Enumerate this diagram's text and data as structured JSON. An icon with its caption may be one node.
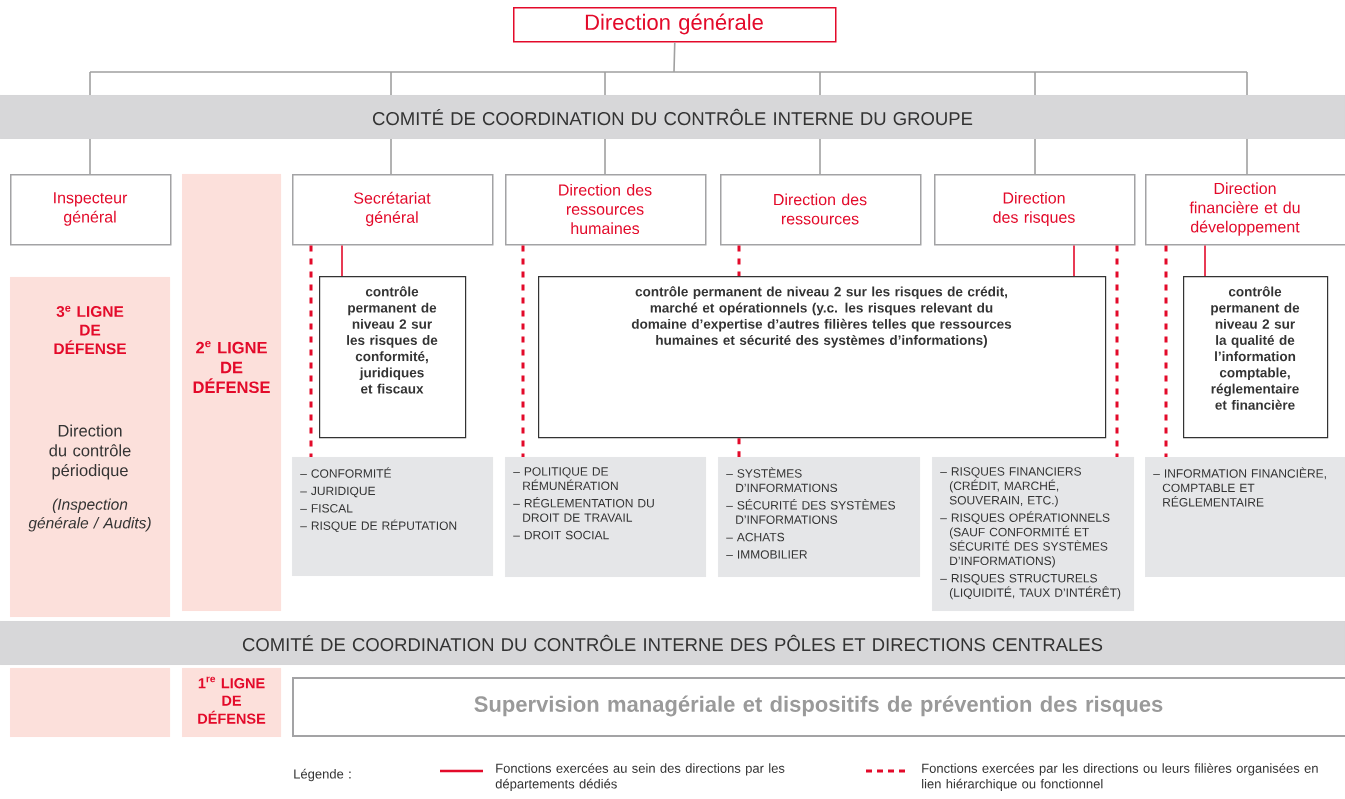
{
  "diagram": {
    "nodes": [
      {
        "text": [
          "Direction générale"
        ]
      },
      {
        "text": [
          "COMITÉ DE COORDINATION DU CONTRÔLE INTERNE DU GROUPE"
        ]
      },
      {
        "text": [
          "Inspecteur général"
        ]
      },
      {
        "text": [
          "Secrétariat général"
        ]
      },
      {
        "text": [
          "Direction des ressources humaines"
        ]
      },
      {
        "text": [
          "Direction des ressources"
        ]
      },
      {
        "text": [
          "Direction des risques"
        ]
      },
      {
        "text": [
          "Direction financière et du développement"
        ]
      },
      {
        "text": [
          "3$^{e}$ LIGNE DE DÉFENSE",
          "Direction du contrôle périodique",
          "(Inspection générale / Audits)"
        ]
      },
      {
        "text": [
          "2$^{e}$ LIGNE DE DÉFENSE"
        ]
      },
      {
        "text": [
          "contrôle permanent de niveau 2 sur les risques de conformité, juridiques et fiscaux"
        ]
      },
      {
        "text": [
          "contrôle permanent de niveau 2 sur les risques de crédit, marché et opérationnels (y.c. les risques relevant du domaine d’expertise d’autres filières telles que ressources humaines et sécurité des systèmes d’informations)"
        ]
      },
      {
        "text": [
          "contrôle permanent de niveau 2 sur la qualité de l’information comptable, réglementaire et financière"
        ]
      },
      {
        "text": [
          "– CONFORMITÉ",
          "– JURIDIQUE",
          "– FISCAL",
          "– RISQUE DE RÉPUTATION"
        ]
      },
      {
        "text": [
          "– POLITIQUE DE RÉMUNÉRATION",
          "– RÉGLEMENTATION DU DROIT DE TRAVAIL",
          "– DROIT SOCIAL"
        ]
      },
      {
        "text": [
          "– SYSTÈMES D’INFORMATIONS",
          "– SÉCURITÉ DES SYSTÈMES D’INFORMATIONS",
          "– ACHATS",
          "– IMMOBILIER"
        ]
      },
      {
        "text": [
          "– RISQUES FINANCIERS (CRÉDIT, MARCHÉ, SOUVERAIN, ETC.)",
          "– RISQUES OPÉRATIONNELS (SAUF CONFORMITÉ ET SÉCURITÉ DES SYSTÈMES D’INFORMATIONS)",
          "– RISQUES STRUCTURELS (LIQUIDITÉ, TAUX D’INTÉRÊT)"
        ]
      },
      {
        "text": [
          "– INFORMATION FINANCIÈRE, COMPTABLE ET RÉGLEMENTAIRE"
        ]
      },
      {
        "text": [
          "COMITÉ DE COORDINATION DU CONTRÔLE INTERNE DES PÔLES ET DIRECTIONS CENTRALES"
        ]
      },
      {
        "text": [],
        "shape": "box"
      },
      {
        "text": [
          "\\begin{matrix}\\text{1}^{\\text{re}}\\ \\text{LIGNE}\\\\ \\text{DE}\\\\ \\text{DÉFENSE}\\end{matrix}"
        ]
      },
      {
        "text": [
          "Supervision managériale et dispositifs de prévention des risques"
        ]
      }
    ],
    "edges": [
      {
        "from": 0,
        "to": 1,
        "arrow": "none",
        "color": "#a0a0a0"
      },
      {
        "from": 1,
        "to": 2,
        "arrow": "none",
        "color": "#a0a0a0"
      },
      {
        "from": 1,
        "to": 3,
        "arrow": "none",
        "color": "#a0a0a0"
      },
      {
        "from": 1,
        "to": 4,
        "arrow": "none",
        "color": "#a0a0a0"
      },
      {
        "from": 1,
        "to": 5,
        "arrow": "none",
        "color": "#a0a0a0"
      },
      {
        "from": 1,
        "to": 6,
        "arrow": "none",
        "color": "#a0a0a0"
      },
      {
        "from": 1,
        "to": 7,
        "arrow": "none",
        "color": "#a0a0a0"
      },
      {
        "from": 3,
        "to": 10,
        "arrow": "none"
      },
      {
        "from": 6,
        "to": 11,
        "arrow": "none"
      },
      {
        "from": 7,
        "to": 12,
        "arrow": "none"
      },
      {
        "from": 3,
        "to": 13,
        "arrow": "none",
        "style": "dashed"
      },
      {
        "from": 4,
        "to": 14,
        "arrow": "none",
        "style": "dashed"
      },
      {
        "from": 5,
        "to": 11,
        "arrow": "none",
        "style": "dashed"
      },
      {
        "from": 11,
        "to": 15,
        "arrow": "none",
        "style": "dashed"
      },
      {
        "from": 6,
        "to": 16,
        "arrow": "none",
        "style": "dashed"
      },
      {
        "from": 7,
        "to": 17,
        "arrow": "none",
        "style": "dashed"
      }
    ],
    "labels": [
      "Légende :"
    ],
    "legend": [
      {
        "text": "Fonctions exercées au sein des directions par les départements dédiés"
      },
      {
        "text": "Fonctions exercées par les directions ou leurs filières organisées en lien hiérarchique ou fonctionnel"
      }
    ]
  }
}
